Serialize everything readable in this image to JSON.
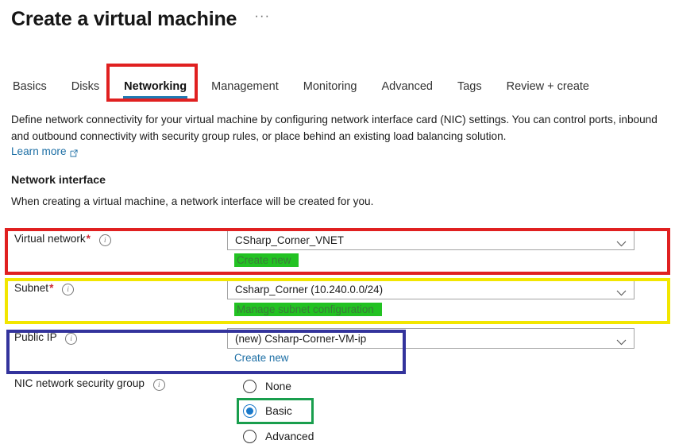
{
  "header": {
    "title": "Create a virtual machine",
    "overflow_menu": "···"
  },
  "tabs": [
    {
      "label": "Basics",
      "active": false
    },
    {
      "label": "Disks",
      "active": false
    },
    {
      "label": "Networking",
      "active": true
    },
    {
      "label": "Management",
      "active": false
    },
    {
      "label": "Monitoring",
      "active": false
    },
    {
      "label": "Advanced",
      "active": false
    },
    {
      "label": "Tags",
      "active": false
    },
    {
      "label": "Review + create",
      "active": false
    }
  ],
  "intro": {
    "paragraph": "Define network connectivity for your virtual machine by configuring network interface card (NIC) settings. You can control ports, inbound and outbound connectivity with security group rules, or place behind an existing load balancing solution.",
    "learn_more": "Learn more"
  },
  "section": {
    "title": "Network interface",
    "subtitle": "When creating a virtual machine, a network interface will be created for you."
  },
  "fields": {
    "virtual_network": {
      "label": "Virtual network",
      "required": "*",
      "value": "CSharp_Corner_VNET",
      "sub_link": "Create new"
    },
    "subnet": {
      "label": "Subnet",
      "required": "*",
      "value": "Csharp_Corner (10.240.0.0/24)",
      "sub_link": "Manage subnet configuration"
    },
    "public_ip": {
      "label": "Public IP",
      "required": "",
      "value": "(new) Csharp-Corner-VM-ip",
      "sub_link": "Create new"
    },
    "nic_nsg": {
      "label": "NIC network security group",
      "options": [
        {
          "label": "None",
          "selected": false
        },
        {
          "label": "Basic",
          "selected": true
        },
        {
          "label": "Advanced",
          "selected": false
        }
      ]
    }
  },
  "annotations": {
    "networking_tab_box": "#e02020",
    "virtual_network_box": "#e02020",
    "subnet_box": "#f2e600",
    "public_ip_box": "#33339c",
    "basic_radio_box": "#199e4d",
    "highlight_green": "#22c222"
  }
}
